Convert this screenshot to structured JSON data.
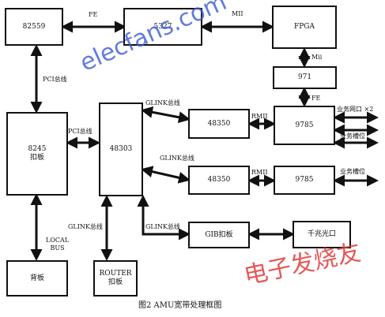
{
  "colors": {
    "line": "#111111",
    "watermark_blue": "#3b5bd6",
    "watermark_red": "#e33b3b",
    "watermark_pink": "#e86a9a"
  },
  "boxes": {
    "b82559": "82559",
    "b5327": "5327",
    "fpga": "FPGA",
    "b971": "971",
    "b8245": "8245\n扣板",
    "b48303": "48303",
    "b48350_top": "48350",
    "b9785_top": "9785",
    "b48350_bot": "48350",
    "b9785_bot": "9785",
    "gib": "GIB扣板",
    "optical": "千兆光口",
    "backplane": "背板",
    "router": "ROUTER\n扣板"
  },
  "labels": {
    "fe_top": "FE",
    "mii_top": "MII",
    "mii_right": "Mii",
    "fe_right": "FE",
    "pci_bus_left": "PCI总线",
    "pci_bus_mid": "PCI总线",
    "glink_top": "GLINK总线",
    "glink_mid": "GLINK总线",
    "glink_router": "GLINK总线",
    "glink_gib": "GLINK总线",
    "rmii_top": "RMII",
    "rmii_bot": "RMII",
    "biz_port": "业务网口 ×2",
    "biz_slot1": "业务槽位",
    "biz_slot2": "业务槽位",
    "local_bus": "LOCAL\nBUS"
  },
  "caption": "图2 AMU宽带处理框图",
  "watermarks": {
    "site": "elecfans.com",
    "cn": "电子发烧友"
  }
}
